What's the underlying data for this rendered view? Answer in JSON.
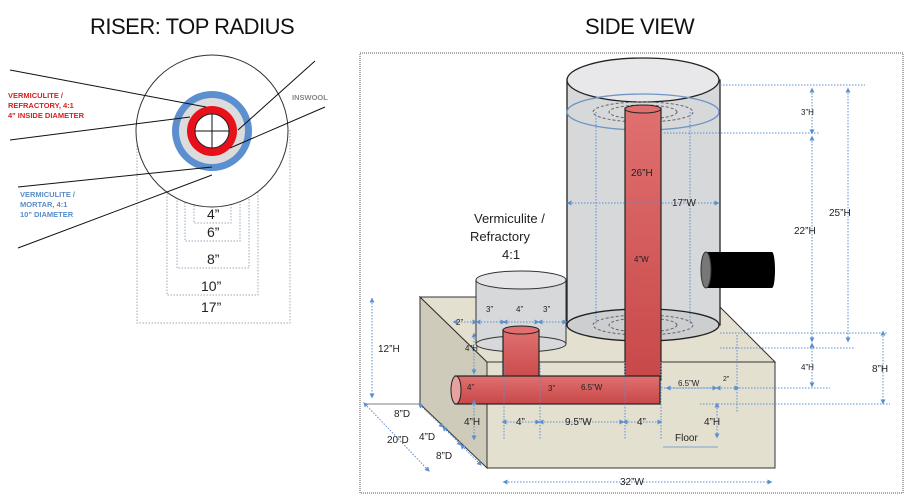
{
  "titles": {
    "left": "RISER:  TOP RADIUS",
    "right": "SIDE VIEW"
  },
  "top_view": {
    "labels": {
      "refractory": [
        "VERMICULITE /",
        "REFRACTORY, 4:1",
        "4\" INSIDE DIAMETER"
      ],
      "mortar": [
        "VERMICULITE /",
        "MORTAR,  4:1",
        "10\" DIAMETER"
      ],
      "inswool": "INSWOOL"
    },
    "diameters": [
      "4”",
      "6”",
      "8”",
      "10”",
      "17”"
    ],
    "colors": {
      "refractory": "#e8101a",
      "inswool": "#d8d8d8",
      "mortar": "#5b8fd0",
      "outline": "#333333"
    }
  },
  "side_view": {
    "material_label": [
      "Vermiculite /",
      "Refractory",
      "4:1"
    ],
    "dims": {
      "riser_height": "26”H",
      "barrel_width": "17”W",
      "riser_width": "4”W",
      "top_gap": "3”H",
      "barrel_body": "22”H",
      "barrel_total": "25”H",
      "base_top": "4”H",
      "base_right": "8”H",
      "feed_left": "3”",
      "feed_mid": "4”",
      "feed_right": "3”",
      "feed_offset": "2”",
      "feed_above": "4”H",
      "box_height": "12”H",
      "tube_dia": "4”",
      "burn_gap": "3”",
      "burn_len": "6.5”W",
      "exit_len": "6.5”W",
      "exit_gap": "2”",
      "floor_left": "4”H",
      "seg1": "4”",
      "seg2": "9.5”W",
      "seg3": "4”",
      "floor_right": "4”H",
      "floor": "Floor",
      "depth_front": "8”D",
      "depth_total": "20”D",
      "depth_mid": "4”D",
      "depth_back": "8”D",
      "box_width": "32”W"
    },
    "colors": {
      "box": "#e4e0d0",
      "box_side": "#cfcbbb",
      "barrel": "#d7d8da",
      "pipe": "#d75a5a",
      "dim_line": "#5b8fd0"
    }
  }
}
